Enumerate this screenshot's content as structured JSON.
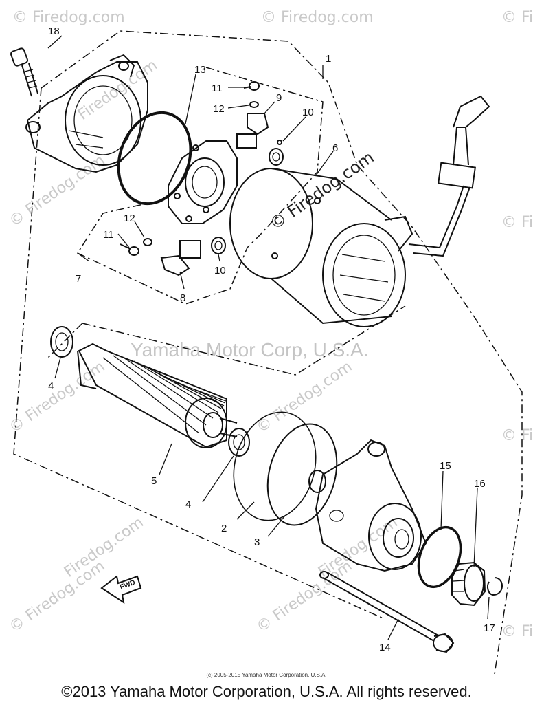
{
  "watermark": {
    "site": "Firedog.com",
    "site_marked": "© Firedog.com",
    "center": "Yamaha Motor Corp, U.S.A."
  },
  "arrow_label": "FWD",
  "callouts": {
    "c1": "1",
    "c2": "2",
    "c3": "3",
    "c4a": "4",
    "c4b": "4",
    "c5": "5",
    "c6": "6",
    "c7": "7",
    "c8": "8",
    "c9": "9",
    "c10a": "10",
    "c10b": "10",
    "c11a": "11",
    "c11b": "11",
    "c12a": "12",
    "c12b": "12",
    "c13": "13",
    "c14": "14",
    "c15": "15",
    "c16": "16",
    "c17": "17",
    "c18": "18"
  },
  "small_copyright": "(c) 2005-2015 Yamaha Motor Corporation, U.S.A.",
  "copyright": "©2013 Yamaha Motor Corporation, U.S.A. All rights reserved."
}
